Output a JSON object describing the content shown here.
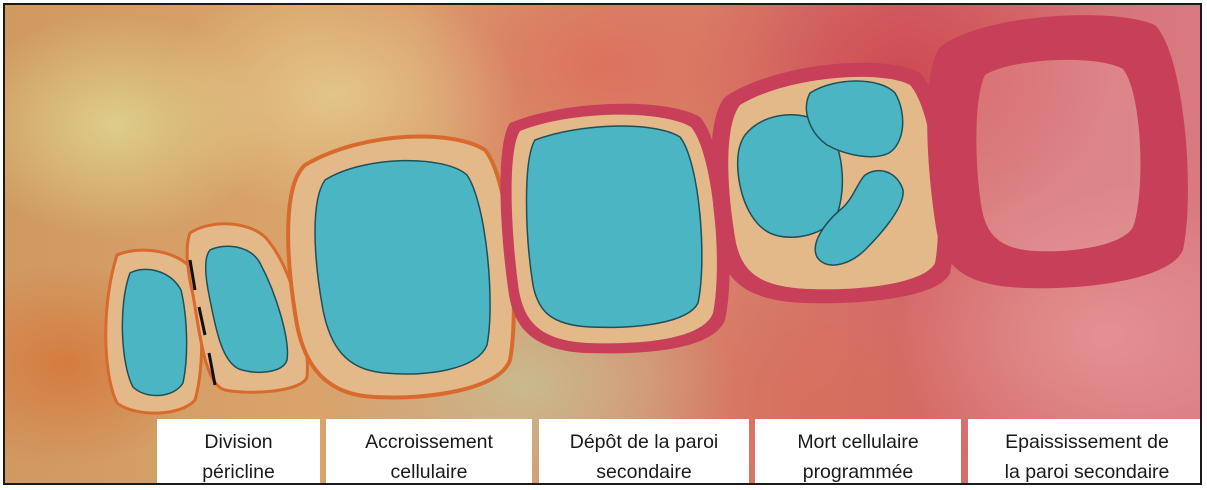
{
  "stages": [
    {
      "line1": "Division",
      "line2": "péricline"
    },
    {
      "line1": "Accroissement",
      "line2": "cellulaire"
    },
    {
      "line1": "Dépôt de la paroi",
      "line2": "secondaire"
    },
    {
      "line1": "Mort cellulaire",
      "line2": "programmée"
    },
    {
      "line1": "Epaississement de",
      "line2": "la paroi secondaire"
    }
  ],
  "colors": {
    "cytoplasm": "#e3b98a",
    "vacuole": "#4bb5c4",
    "primary_wall": "#d86a2e",
    "secondary_wall": "#c83f5a",
    "outline": "#1f4f57"
  }
}
